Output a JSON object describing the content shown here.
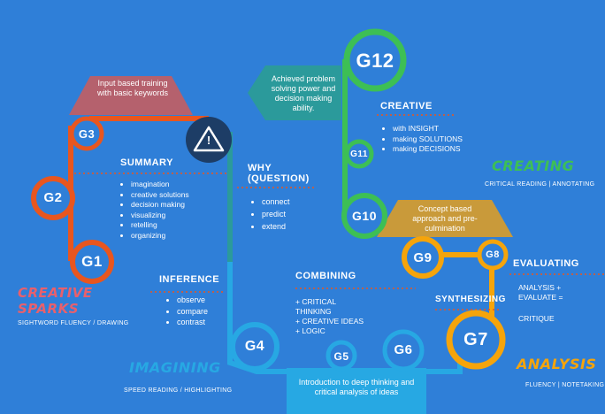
{
  "grades": {
    "g1": "G1",
    "g2": "G2",
    "g3": "G3",
    "g4": "G4",
    "g5": "G5",
    "g6": "G6",
    "g7": "G7",
    "g8": "G8",
    "g9": "G9",
    "g10": "G10",
    "g11": "G11",
    "g12": "G12"
  },
  "callouts": {
    "input_based": "Input based training with basic keywords",
    "achieved": "Achieved problem solving power and decision making ability.",
    "concept": "Concept based approach and pre-culmination",
    "intro": "Introduction to deep thinking and critical analysis of ideas"
  },
  "summary": {
    "heading": "SUMMARY",
    "items": [
      "imagination",
      "creative solutions",
      "decision making",
      "visualizing",
      "retelling",
      "organizing"
    ]
  },
  "why": {
    "heading_line1": "WHY",
    "heading_line2": "(QUESTION)",
    "items": [
      "connect",
      "predict",
      "extend"
    ]
  },
  "inference": {
    "heading": "INFERENCE",
    "items": [
      "observe",
      "compare",
      "contrast"
    ]
  },
  "combining": {
    "heading": "COMBINING",
    "items": [
      "+ CRITICAL",
      "THINKING",
      "+ CREATIVE IDEAS",
      "+ LOGIC"
    ]
  },
  "creative": {
    "heading": "CREATIVE",
    "items": [
      "with INSIGHT",
      "making SOLUTIONS",
      "making DECISIONS"
    ]
  },
  "evaluating": {
    "heading": "EVALUATING",
    "items": [
      "ANALYSIS +",
      "EVALUATE =",
      "CRITIQUE"
    ]
  },
  "synthesizing": {
    "heading": "SYNTHESIZING"
  },
  "stages": {
    "creative_sparks_1": "CREATIVE",
    "creative_sparks_2": "SPARKS",
    "creative_sparks_caption": "SIGHTWORD FLUENCY / DRAWING",
    "imagining": "IMAGINING",
    "imagining_caption": "SPEED READING / HIGHLIGHTING",
    "creating": "CREATING",
    "creating_caption": "CRITICAL READING | ANNOTATING",
    "analysis": "ANALYSIS",
    "analysis_caption": "FLUENCY | NOTETAKING"
  },
  "warning_symbol": "!",
  "icons": [
    "warning-icon"
  ],
  "colors": {
    "background": "#2f7fd8",
    "orange": "#e8561f",
    "teal": "#2b9a9b",
    "green": "#3dbf55",
    "gold": "#c99a3a",
    "sky": "#27a8e3",
    "amber": "#f5a40b",
    "dark_circle": "#1d3d66",
    "pink": "#e8606c"
  }
}
